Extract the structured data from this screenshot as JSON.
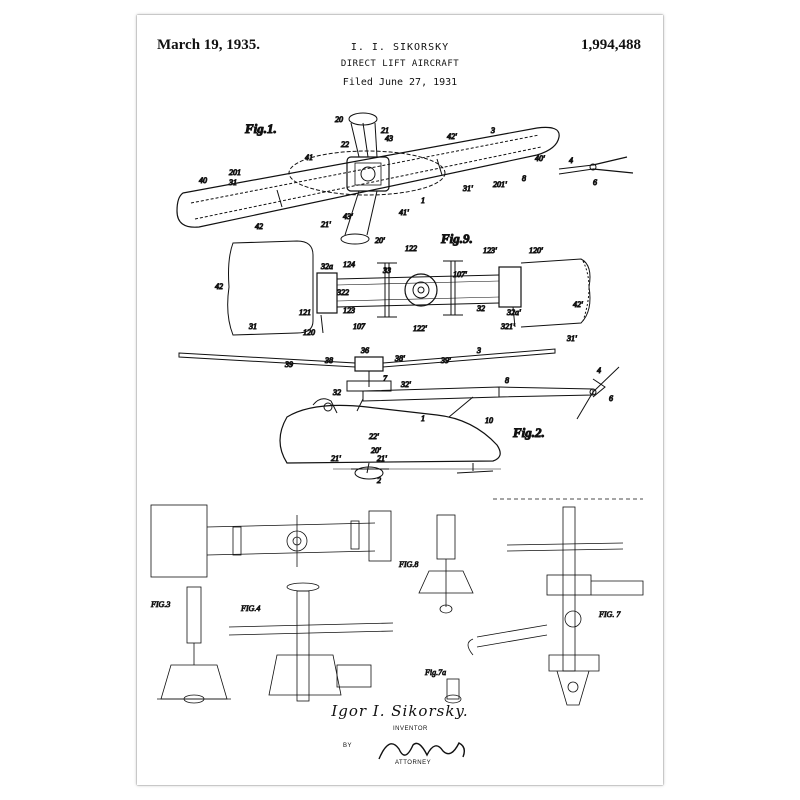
{
  "header": {
    "date": "March 19, 1935.",
    "inventor": "I. I. SIKORSKY",
    "title": "DIRECT LIFT AIRCRAFT",
    "filed": "Filed June 27, 1931",
    "patent_number": "1,994,488"
  },
  "figures": {
    "fig1": "Fig.1.",
    "fig2": "Fig.2.",
    "fig9": "Fig.9.",
    "fig8": "FIG.8",
    "fig7": "FIG. 7",
    "fig7a": "Fig.7a",
    "fig3": "FIG.3",
    "fig4": "FIG.4"
  },
  "references": {
    "r20": "20",
    "r21": "21",
    "r22": "22",
    "r41": "41",
    "r43": "43",
    "r42p": "42'",
    "r3": "3",
    "r40": "40",
    "r201": "201",
    "r31": "31",
    "r42": "42",
    "r40p": "40'",
    "r8": "8",
    "r201p": "201'",
    "r31p": "31'",
    "r1": "1",
    "r41p": "41'",
    "r20p": "20'",
    "r21p": "21'",
    "r43p": "43'",
    "r4": "4",
    "r6": "6",
    "r122": "122",
    "r123p": "123'",
    "r120p": "120'",
    "r124": "124",
    "r32a": "32a",
    "r33": "33",
    "r107p": "107'",
    "r322": "322",
    "r123": "123",
    "r121": "121",
    "r120": "120",
    "r107": "107",
    "r32": "32",
    "r32p": "32'",
    "r321p": "321'",
    "r122p": "122'",
    "r32ap": "32a'",
    "r36": "36",
    "r39": "39",
    "r38": "38",
    "r38p": "38'",
    "r39p": "39'",
    "r7": "7",
    "r10": "10",
    "r22p": "22'",
    "r2": "2"
  },
  "signature": {
    "inventor_name": "Igor I. Sikorsky.",
    "inventor_role": "INVENTOR",
    "by": "BY",
    "attorney_role": "ATTORNEY"
  }
}
